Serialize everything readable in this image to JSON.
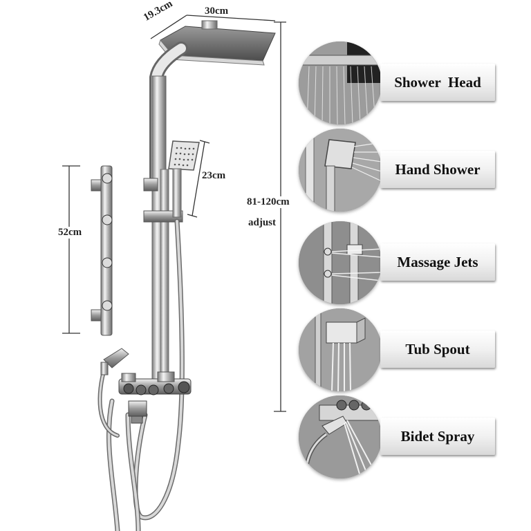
{
  "dimensions": {
    "head_depth": "19.3cm",
    "head_width": "30cm",
    "hand_shower": "23cm",
    "height_range": "81-120cm",
    "adjust": "adjust",
    "jets_panel": "52cm"
  },
  "features": [
    {
      "label": "Shower  Head",
      "icon": "shower-head-icon"
    },
    {
      "label": "Hand Shower",
      "icon": "hand-shower-icon"
    },
    {
      "label": "Massage Jets",
      "icon": "massage-jets-icon"
    },
    {
      "label": "Tub Spout",
      "icon": "tub-spout-icon"
    },
    {
      "label": "Bidet Spray",
      "icon": "bidet-spray-icon"
    }
  ],
  "colors": {
    "chrome": "#c8c8c8",
    "chrome_dark": "#6e6e6e",
    "label_text": "#111111"
  }
}
